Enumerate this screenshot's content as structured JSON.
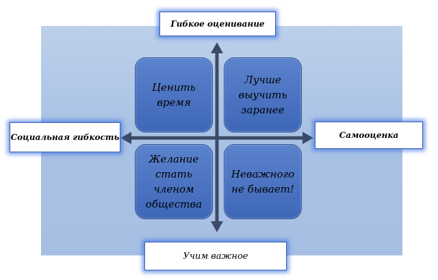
{
  "diagram": {
    "axes": {
      "top_label": "Гибкое оценивание",
      "bottom_label": "Учим важное",
      "left_label": "Социальная гибкость",
      "right_label": "Самооценка"
    },
    "quadrants": {
      "top_left": "Ценить время",
      "top_right": "Лучше выучить заранее",
      "bottom_left": "Желание стать членом общества",
      "bottom_right": "Неважного не бывает!"
    },
    "colors": {
      "backdrop": "#a9c2e4",
      "quadrant_fill": "#4a72c0",
      "axis_arrow": "#3b4a66",
      "label_glow": "#4678e6"
    }
  }
}
